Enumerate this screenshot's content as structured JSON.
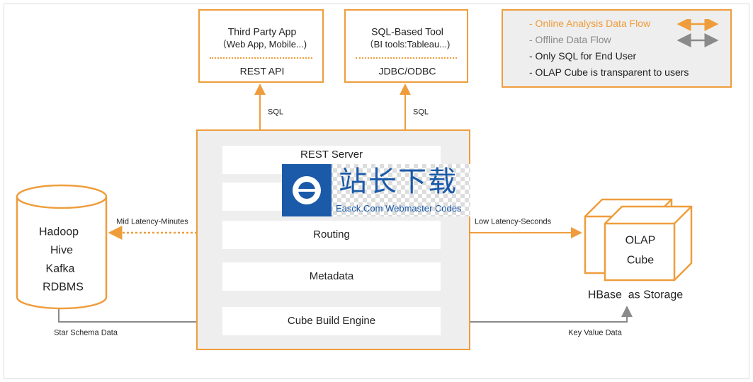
{
  "clients": [
    {
      "title": "Third Party App",
      "subtitle": "（Web App, Mobile...)",
      "interface": "REST API",
      "edge_label": "SQL"
    },
    {
      "title": "SQL-Based Tool",
      "subtitle": "（BI tools:Tableau...)",
      "interface": "JDBC/ODBC",
      "edge_label": "SQL"
    }
  ],
  "legend": {
    "items": [
      "- Online Analysis Data Flow",
      "- Offline Data Flow",
      "- Only SQL for End User",
      "- OLAP Cube is transparent to users"
    ]
  },
  "engine": {
    "rows": [
      "REST Server",
      "",
      "Routing",
      "Metadata",
      "Cube Build Engine"
    ]
  },
  "sources": {
    "items": [
      "Hadoop",
      "Hive",
      "Kafka",
      "RDBMS"
    ]
  },
  "edges": {
    "mid_latency": "Mid Latency-Minutes",
    "low_latency": "Low Latency-Seconds",
    "star_schema": "Star Schema Data",
    "key_value": "Key Value Data"
  },
  "storage": {
    "cube_lines": [
      "OLAP",
      "Cube"
    ],
    "caption": "HBase  as Storage"
  },
  "watermark": {
    "chinese": "站长下载",
    "english": "Easck.Com Webmaster Codes"
  },
  "colors": {
    "online": "#ef9d3c",
    "offline": "#8a8a8a",
    "panel": "#eeeeee",
    "watermark": "#1a5aa8"
  }
}
